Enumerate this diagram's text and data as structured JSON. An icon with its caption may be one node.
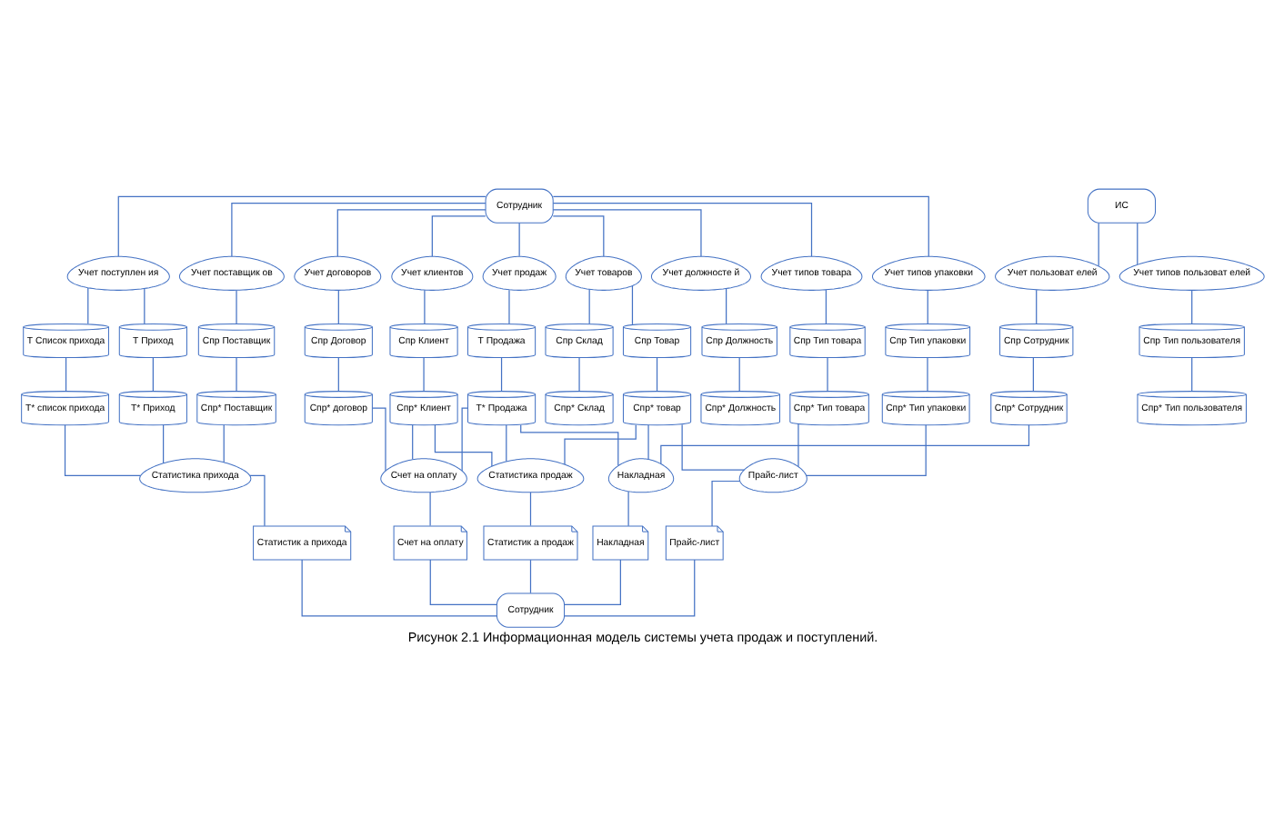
{
  "diagram": {
    "caption": "Рисунок 2.1 Информационная модель системы учета продаж и поступлений.",
    "nodes": [
      {
        "text": [
          "ИС"
        ]
      },
      {
        "text": [
          "Сотрудник"
        ]
      },
      {
        "text": [
          "Учет пользоват елей"
        ]
      },
      {
        "text": [
          "Учет клиентов"
        ]
      },
      {
        "text": [
          "Учет типов товара"
        ]
      },
      {
        "text": [
          "Учет поступлен ия"
        ]
      },
      {
        "text": [
          "Учет типов упаковки"
        ]
      },
      {
        "text": [
          "Учет типов пользоват елей"
        ]
      },
      {
        "text": [
          "Учет должносте й"
        ]
      },
      {
        "text": [
          "Учет поставщик ов"
        ]
      },
      {
        "text": [
          "Учет товаров"
        ]
      },
      {
        "text": [
          "Учет продаж"
        ]
      },
      {
        "text": [
          "Учет договоров"
        ]
      },
      {
        "text": [
          "Спр Сотрудник"
        ]
      },
      {
        "text": [
          "Спр Клиент"
        ]
      },
      {
        "text": [
          "Спр Тип товара"
        ]
      },
      {
        "text": [
          "Т Приход"
        ]
      },
      {
        "text": [
          "Т Продажа"
        ]
      },
      {
        "text": [
          "Спр Тип упаковки"
        ]
      },
      {
        "text": [
          "Спр Договор"
        ]
      },
      {
        "text": [
          "Спр Тип пользователя"
        ]
      },
      {
        "text": [
          "Спр Должность"
        ]
      },
      {
        "text": [
          "Спр Поставщик"
        ]
      },
      {
        "text": [
          "Спр Товар"
        ]
      },
      {
        "text": [
          "Спр Склад"
        ]
      },
      {
        "text": [
          "Т Список прихода"
        ]
      },
      {
        "text": [
          "Спр* Тип пользователя"
        ]
      },
      {
        "text": [
          "Спр* Должность"
        ]
      },
      {
        "text": [
          "Спр* Поставщик"
        ]
      },
      {
        "text": [
          "Спр* товар"
        ]
      },
      {
        "text": [
          "Спр* Склад"
        ]
      },
      {
        "text": [
          "Спр* Тип упаковки"
        ]
      },
      {
        "text": [
          "Спр* договор"
        ]
      },
      {
        "text": [
          "Спр* Сотрудник"
        ]
      },
      {
        "text": [
          "Спр* Клиент"
        ]
      },
      {
        "text": [
          "Спр* Тип товара"
        ]
      },
      {
        "text": [
          "Т* Приход"
        ]
      },
      {
        "text": [
          "Т* Продажа"
        ]
      },
      {
        "text": [
          "Т* список прихода"
        ]
      },
      {
        "text": [
          "Статистика продаж"
        ]
      },
      {
        "text": [
          "Статистика прихода"
        ]
      },
      {
        "text": [
          "Накладная"
        ]
      },
      {
        "text": [
          "Счет на оплату"
        ]
      },
      {
        "text": [
          "Прайс-лист"
        ]
      },
      {
        "text": [
          "Статистик а продаж"
        ]
      },
      {
        "text": [
          "Статистик а прихода"
        ]
      },
      {
        "text": [
          "Накладная"
        ]
      },
      {
        "text": [
          "Счет на оплату"
        ]
      },
      {
        "text": [
          "Прайс-лист"
        ]
      },
      {
        "text": [
          "Сотрудник"
        ]
      }
    ],
    "edges": [
      {
        "from": 0,
        "to": 2,
        "arrow": "none"
      },
      {
        "from": 0,
        "to": 7,
        "arrow": "none"
      },
      {
        "from": 1,
        "to": 3,
        "arrow": "none"
      },
      {
        "from": 1,
        "to": 4,
        "arrow": "none"
      },
      {
        "from": 1,
        "to": 5,
        "arrow": "none"
      },
      {
        "from": 1,
        "to": 6,
        "arrow": "none"
      },
      {
        "from": 1,
        "to": 8,
        "arrow": "none"
      },
      {
        "from": 1,
        "to": 9,
        "arrow": "none"
      },
      {
        "from": 1,
        "to": 10,
        "arrow": "none"
      },
      {
        "from": 1,
        "to": 11,
        "arrow": "none"
      },
      {
        "from": 1,
        "to": 12,
        "arrow": "none"
      },
      {
        "from": 2,
        "to": 13,
        "arrow": "none"
      },
      {
        "from": 3,
        "to": 14,
        "arrow": "none"
      },
      {
        "from": 4,
        "to": 15,
        "arrow": "none"
      },
      {
        "from": 5,
        "to": 16,
        "arrow": "none"
      },
      {
        "from": 5,
        "to": 25,
        "arrow": "none"
      },
      {
        "from": 6,
        "to": 18,
        "arrow": "none"
      },
      {
        "from": 7,
        "to": 20,
        "arrow": "none"
      },
      {
        "from": 8,
        "to": 21,
        "arrow": "none"
      },
      {
        "from": 9,
        "to": 22,
        "arrow": "none"
      },
      {
        "from": 10,
        "to": 23,
        "arrow": "none"
      },
      {
        "from": 10,
        "to": 24,
        "arrow": "none"
      },
      {
        "from": 11,
        "to": 17,
        "arrow": "none"
      },
      {
        "from": 12,
        "to": 19,
        "arrow": "none"
      },
      {
        "from": 20,
        "to": 26,
        "arrow": "none"
      },
      {
        "from": 21,
        "to": 27,
        "arrow": "none"
      },
      {
        "from": 22,
        "to": 28,
        "arrow": "none"
      },
      {
        "from": 23,
        "to": 29,
        "arrow": "none"
      },
      {
        "from": 24,
        "to": 30,
        "arrow": "none"
      },
      {
        "from": 18,
        "to": 31,
        "arrow": "none"
      },
      {
        "from": 19,
        "to": 32,
        "arrow": "none"
      },
      {
        "from": 13,
        "to": 33,
        "arrow": "none"
      },
      {
        "from": 14,
        "to": 34,
        "arrow": "none"
      },
      {
        "from": 15,
        "to": 35,
        "arrow": "none"
      },
      {
        "from": 16,
        "to": 36,
        "arrow": "none"
      },
      {
        "from": 17,
        "to": 37,
        "arrow": "none"
      },
      {
        "from": 25,
        "to": 38,
        "arrow": "none"
      },
      {
        "from": 37,
        "to": 39,
        "arrow": "none"
      },
      {
        "from": 29,
        "to": 39,
        "arrow": "none"
      },
      {
        "from": 34,
        "to": 39,
        "arrow": "none"
      },
      {
        "from": 36,
        "to": 40,
        "arrow": "none"
      },
      {
        "from": 38,
        "to": 40,
        "arrow": "none"
      },
      {
        "from": 28,
        "to": 40,
        "arrow": "none"
      },
      {
        "from": 37,
        "to": 41,
        "arrow": "none"
      },
      {
        "from": 29,
        "to": 41,
        "arrow": "none"
      },
      {
        "from": 33,
        "to": 41,
        "arrow": "none"
      },
      {
        "from": 37,
        "to": 42,
        "arrow": "none"
      },
      {
        "from": 34,
        "to": 42,
        "arrow": "none"
      },
      {
        "from": 32,
        "to": 42,
        "arrow": "none"
      },
      {
        "from": 29,
        "to": 43,
        "arrow": "none"
      },
      {
        "from": 31,
        "to": 43,
        "arrow": "none"
      },
      {
        "from": 35,
        "to": 43,
        "arrow": "none"
      },
      {
        "from": 39,
        "to": 44,
        "arrow": "none"
      },
      {
        "from": 40,
        "to": 45,
        "arrow": "none"
      },
      {
        "from": 41,
        "to": 46,
        "arrow": "none"
      },
      {
        "from": 42,
        "to": 47,
        "arrow": "none"
      },
      {
        "from": 43,
        "to": 48,
        "arrow": "none"
      },
      {
        "from": 44,
        "to": 49,
        "arrow": "none"
      },
      {
        "from": 45,
        "to": 49,
        "arrow": "none"
      },
      {
        "from": 46,
        "to": 49,
        "arrow": "none"
      },
      {
        "from": 47,
        "to": 49,
        "arrow": "none"
      },
      {
        "from": 48,
        "to": 49,
        "arrow": "none"
      }
    ]
  }
}
